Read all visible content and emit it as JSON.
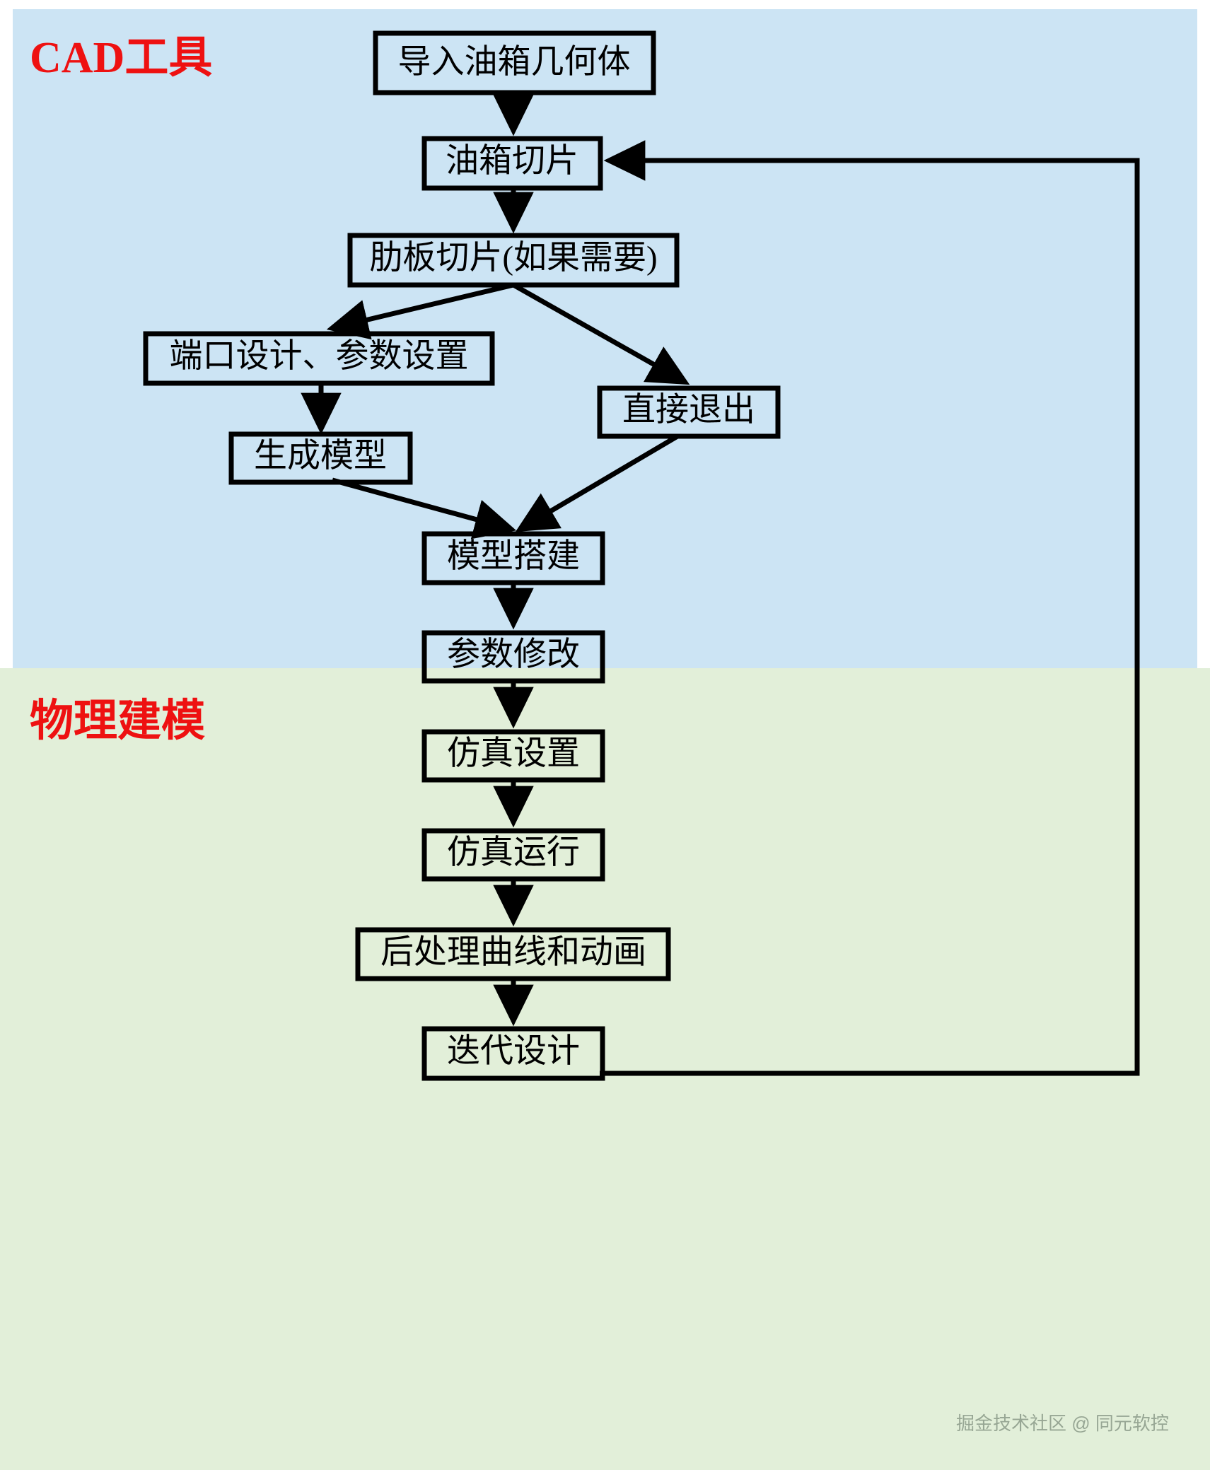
{
  "diagram": {
    "type": "flowchart",
    "title_bands": [
      {
        "id": "cad",
        "label": "CAD工具",
        "color": "#ee1111",
        "background": "#cce4f4"
      },
      {
        "id": "physical",
        "label": "物理建模",
        "color": "#ee1111",
        "background": "#e2efd9"
      }
    ],
    "nodes": [
      {
        "id": "n1",
        "label": "导入油箱几何体",
        "band": "cad"
      },
      {
        "id": "n2",
        "label": "油箱切片",
        "band": "cad"
      },
      {
        "id": "n3",
        "label": "肋板切片(如果需要)",
        "band": "cad"
      },
      {
        "id": "n4",
        "label": "端口设计、参数设置",
        "band": "cad"
      },
      {
        "id": "n5",
        "label": "直接退出",
        "band": "cad"
      },
      {
        "id": "n6",
        "label": "生成模型",
        "band": "cad"
      },
      {
        "id": "n7",
        "label": "模型搭建",
        "band": "physical"
      },
      {
        "id": "n8",
        "label": "参数修改",
        "band": "physical"
      },
      {
        "id": "n9",
        "label": "仿真设置",
        "band": "physical"
      },
      {
        "id": "n10",
        "label": "仿真运行",
        "band": "physical"
      },
      {
        "id": "n11",
        "label": "后处理曲线和动画",
        "band": "physical"
      },
      {
        "id": "n12",
        "label": "迭代设计",
        "band": "physical"
      }
    ],
    "edges": [
      {
        "from": "n1",
        "to": "n2",
        "kind": "straight"
      },
      {
        "from": "n2",
        "to": "n3",
        "kind": "straight"
      },
      {
        "from": "n3",
        "to": "n4",
        "kind": "diagonal"
      },
      {
        "from": "n3",
        "to": "n5",
        "kind": "diagonal"
      },
      {
        "from": "n4",
        "to": "n6",
        "kind": "straight"
      },
      {
        "from": "n6",
        "to": "n7",
        "kind": "diagonal"
      },
      {
        "from": "n5",
        "to": "n7",
        "kind": "diagonal"
      },
      {
        "from": "n7",
        "to": "n8",
        "kind": "straight"
      },
      {
        "from": "n8",
        "to": "n9",
        "kind": "straight"
      },
      {
        "from": "n9",
        "to": "n10",
        "kind": "straight"
      },
      {
        "from": "n10",
        "to": "n11",
        "kind": "straight"
      },
      {
        "from": "n11",
        "to": "n12",
        "kind": "straight"
      },
      {
        "from": "n12",
        "to": "n2",
        "kind": "feedback-loop"
      }
    ]
  },
  "watermark": {
    "text": "掘金技术社区 @ 同元软控"
  }
}
